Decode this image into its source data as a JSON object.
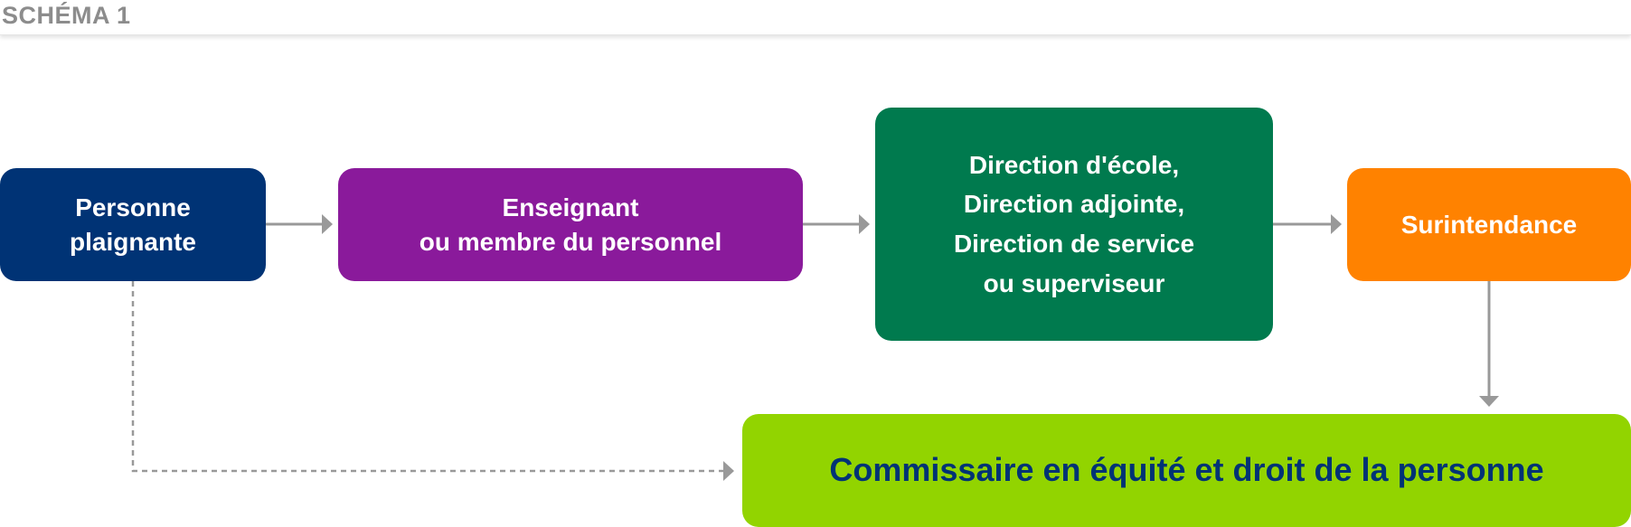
{
  "header": {
    "title": "SCHÉMA 1"
  },
  "nodes": {
    "complainant": {
      "label": "Personne\nplaignante",
      "color": "#003375"
    },
    "teacher": {
      "label": "Enseignant\nou membre du personnel",
      "color": "#8a1a9b"
    },
    "direction": {
      "label": "Direction d'école,\nDirection adjointe,\nDirection de service\nou superviseur",
      "color": "#007a4e"
    },
    "superintendence": {
      "label": "Surintendance",
      "color": "#ff8200"
    },
    "commissioner": {
      "label": "Commissaire en équité et droit de la personne",
      "color": "#92d400",
      "text_color": "#003375"
    }
  },
  "edges": [
    {
      "from": "complainant",
      "to": "teacher",
      "style": "solid"
    },
    {
      "from": "teacher",
      "to": "direction",
      "style": "solid"
    },
    {
      "from": "direction",
      "to": "superintendence",
      "style": "solid"
    },
    {
      "from": "superintendence",
      "to": "commissioner",
      "style": "solid"
    },
    {
      "from": "complainant",
      "to": "commissioner",
      "style": "dashed"
    }
  ],
  "colors": {
    "arrow": "#999999",
    "header_text": "#8c8c8c"
  }
}
